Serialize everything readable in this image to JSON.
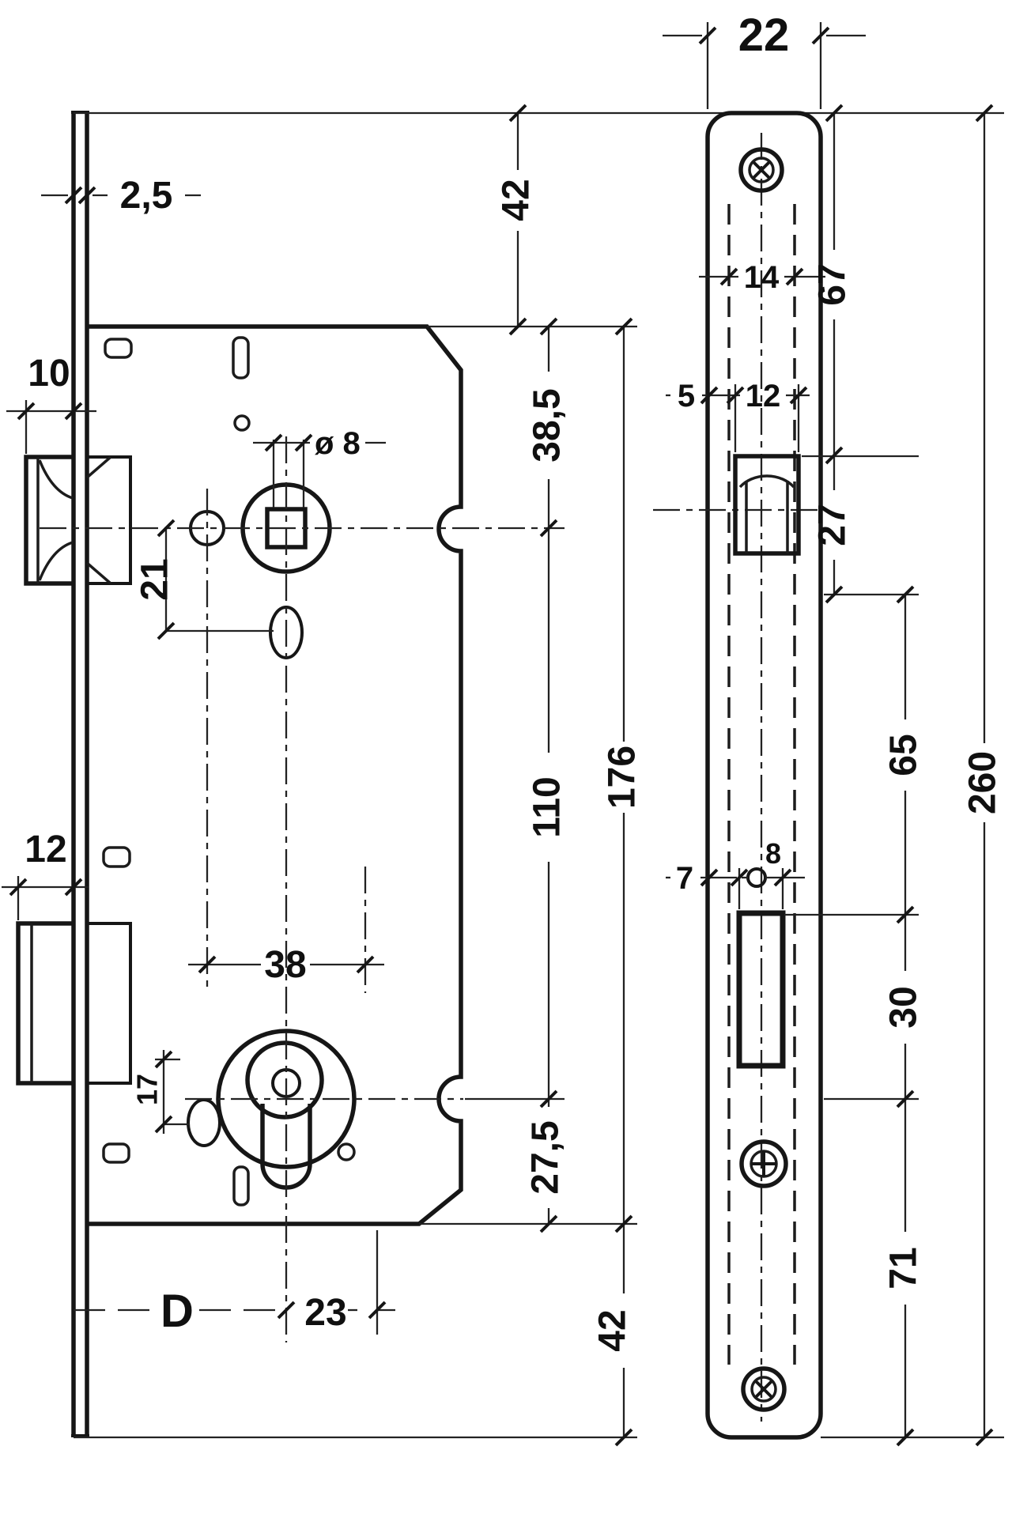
{
  "left_view": {
    "faceplate_thickness": "2,5",
    "top_margin": "42",
    "latch_protrusion": "10",
    "spindle_square": "ø 8",
    "top_to_follower_axis": "38,5",
    "follower_to_hole": "21",
    "deadbolt_protrusion": "12",
    "follower_to_cylinder_axis": "110",
    "case_height": "176",
    "hole_spacing": "38",
    "oval_hole_offset": "17",
    "cylinder_axis_to_case_bottom": "27,5",
    "bottom_margin": "42",
    "backset_label": "D",
    "axis_to_case_edge": "23"
  },
  "right_view": {
    "plate_width": "22",
    "case_thickness": "14",
    "latch_edge_offset": "5",
    "latch_cutout_width": "12",
    "top_to_latch": "67",
    "latch_section": "27",
    "latch_to_deadbolt": "65",
    "deadbolt_section": "30",
    "deadbolt_to_bottom": "71",
    "plate_length": "260",
    "deadbolt_edge_offset": "7",
    "deadbolt_cutout_width": "8"
  }
}
